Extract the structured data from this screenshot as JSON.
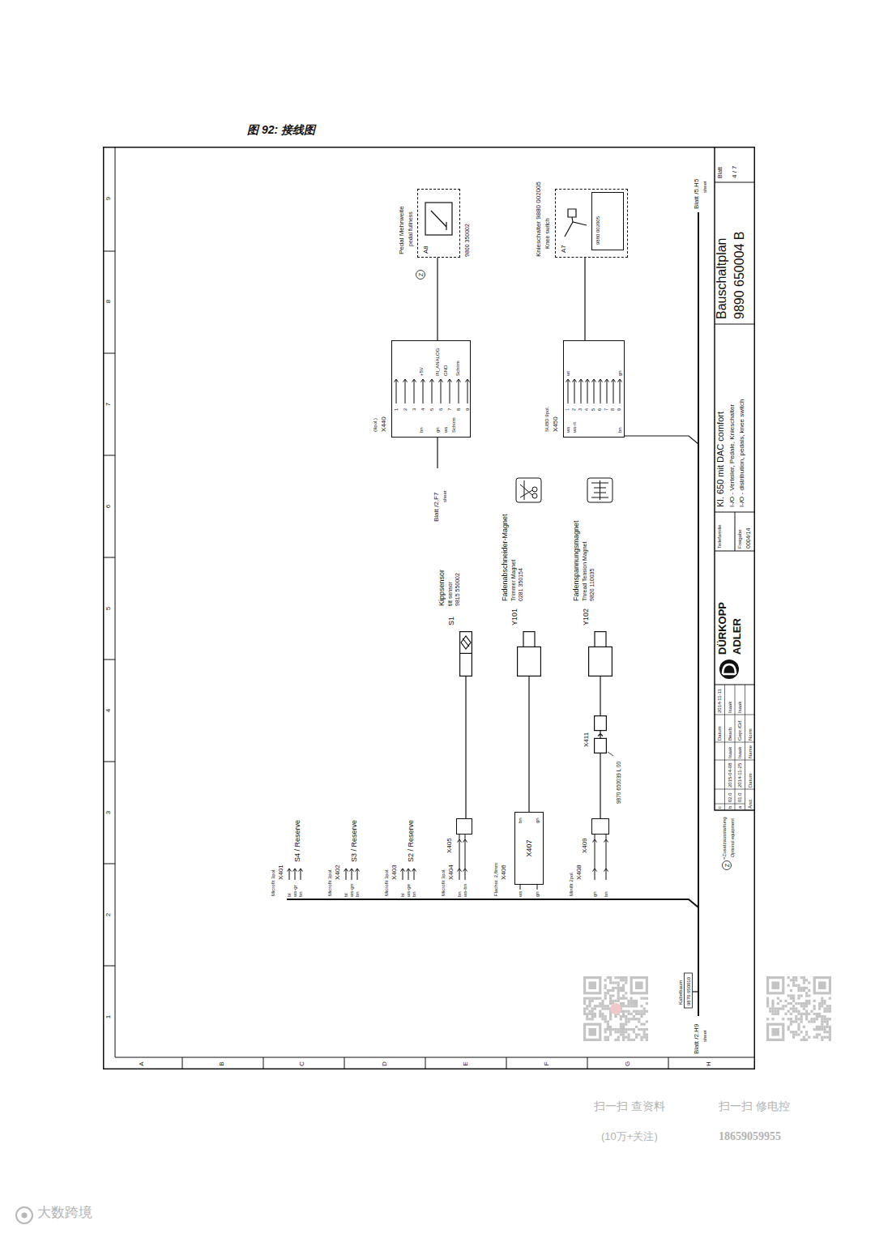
{
  "diagram": {
    "title": "图 92: 接线图",
    "nodes": [
      {
        "text": [
          "Pedal Mehrweite",
          "pedal fullness",
          "A8",
          "9800 350002"
        ]
      },
      {
        "text": [
          "Knieschalter 9880 002005",
          "Knee switch",
          "A7"
        ]
      },
      {
        "text": [
          "9880 002005"
        ],
        "in": 1
      },
      {
        "text": [
          "(9pol.)",
          "X440"
        ]
      },
      {
        "text": [
          "SUBD 9pol.",
          "X450"
        ]
      },
      {
        "text": [
          "S1",
          "Kippsensor",
          "tilt sensor",
          "9815 550002"
        ]
      },
      {
        "text": [
          "Y101",
          "Fadenabschneider-Magnet",
          "Trimmer Magnet",
          "0281 350154"
        ]
      },
      {
        "text": [
          "Y102",
          "Fadenspannungsmagnet",
          "Thread Tension Magnet",
          "9820 110035"
        ]
      },
      {
        "text": [
          "X411"
        ]
      },
      {
        "text": [
          "X407"
        ]
      },
      {
        "text": [
          "X405"
        ]
      },
      {
        "text": [
          "X409"
        ]
      }
    ],
    "edges": [
      {
        "from": 0,
        "to": 3,
        "arrow": "none"
      },
      {
        "from": 1,
        "to": 4,
        "arrow": "none"
      },
      {
        "from": 5,
        "to": 10,
        "arrow": "none"
      },
      {
        "from": 6,
        "to": 9,
        "arrow": "none"
      },
      {
        "from": 7,
        "to": 8,
        "arrow": "none"
      },
      {
        "from": 8,
        "to": 11,
        "arrow": "none"
      }
    ],
    "labels": [
      "1",
      "2",
      "3",
      "4",
      "5",
      "6",
      "7",
      "8",
      "9",
      "A",
      "B",
      "C",
      "D",
      "E",
      "F",
      "G",
      "H",
      "Microfit 3pol.",
      "X401",
      "bl",
      "ws-gr",
      "bn",
      "S4 / Reserve",
      "Microfit 3pol.",
      "X402",
      "bl",
      "ws-gn",
      "bn",
      "S3 / Reserve",
      "Microfit 3pol.",
      "X403",
      "bl",
      "ws-ge",
      "bn",
      "S2 / Reserve",
      "Microfit 3pol.",
      "X404",
      "bn",
      "ws-bn",
      "Flachst. 2,8mm",
      "X406",
      "ws",
      "gn",
      "bn",
      "gn",
      "Minifit 2pol.",
      "X408",
      "gn",
      "bn",
      "9870 650039 L 00",
      "bn",
      "gn",
      "ws",
      "Schirm",
      "+5V",
      "IN_ANALOG",
      "GND",
      "Schirm",
      "1",
      "2",
      "3",
      "4",
      "5",
      "6",
      "7",
      "8",
      "9",
      "ws",
      "ws-rt",
      "bn",
      "wt",
      "gn",
      "1",
      "2",
      "3",
      "4",
      "5",
      "6",
      "7",
      "8",
      "9",
      "Blatt /2.F7",
      "sheet",
      "Blatt /5.H5",
      "sheet",
      "Blatt /2.H9",
      "sheet",
      "Kabelbaum",
      "9870 650010",
      "Z",
      "c",
      "Datum",
      "2014-11-11",
      "b",
      "02.0",
      "2015-04-08",
      "Isaak",
      "Bearb.",
      "Isaak",
      "a",
      "01.0",
      "2014-11-25",
      "Isaak",
      "Gepr./Gtf.",
      "Isaak",
      "Änd.",
      "Datum",
      "Name",
      "Norm",
      "DÜRKOPP",
      "ADLER",
      "Teilefamilie",
      "Freigabe",
      "0004/14",
      "Kl. 650 mit DAC comfort",
      "I-/O - Verteiler, Pedale, Knieschalter",
      "I-/O - distribution, pedals, knee switch",
      "Bauschaltplan",
      "9890 650004 B",
      "Blatt",
      "4 / 7",
      "Z",
      "=Zusatzausstattung",
      "Optional equipment",
      "扫一扫 查资料",
      "(10万+关注)",
      "扫一扫 修电控",
      "18659059955",
      "大数跨境"
    ]
  }
}
